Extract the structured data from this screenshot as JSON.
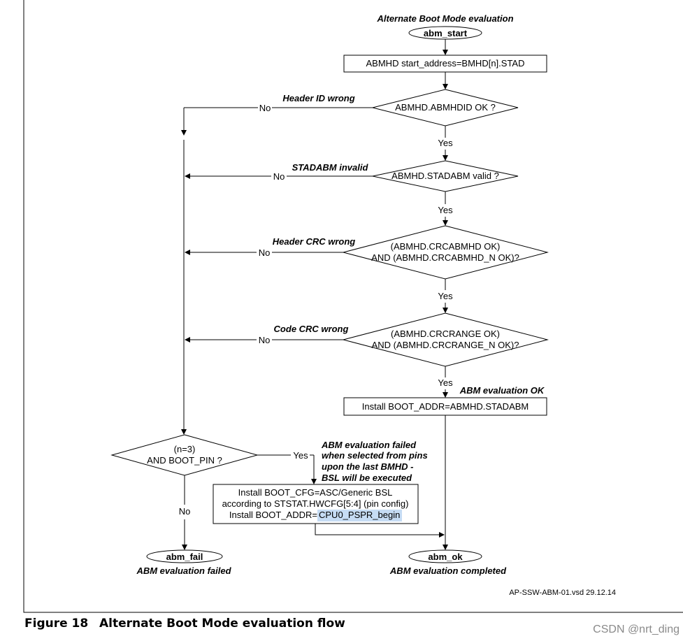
{
  "diagram": {
    "title": "Alternate Boot Mode evaluation",
    "start_terminal": "abm_start",
    "step_set_address": "ABMHD start_address=BMHD[n].STAD",
    "decisions": {
      "header_id": {
        "text": "ABMHD.ABMHDID OK ?",
        "fail_label": "Header ID wrong"
      },
      "stadabm": {
        "text": "ABMHD.STADABM valid ?",
        "fail_label": "STADABM invalid"
      },
      "header_crc": {
        "line1": "(ABMHD.CRCABMHD OK)",
        "line2": "AND (ABMHD.CRCABMHD_N OK)?",
        "fail_label": "Header CRC wrong"
      },
      "code_crc": {
        "line1": "(ABMHD.CRCRANGE OK)",
        "line2": "AND (ABMHD.CRCRANGE_N OK)?",
        "fail_label": "Code CRC wrong"
      },
      "boot_pin": {
        "line1": "(n=3)",
        "line2": "AND BOOT_PIN ?"
      }
    },
    "yes": "Yes",
    "no": "No",
    "ok_label": "ABM evaluation OK",
    "step_install_ok": "Install BOOT_ADDR=ABMHD.STADABM",
    "bsl_note": [
      "ABM evaluation failed",
      "when selected from pins",
      "upon the last BMHD -",
      "BSL will be executed"
    ],
    "step_install_bsl": {
      "line1": "Install BOOT_CFG=ASC/Generic BSL",
      "line2": "according to STSTAT.HWCFG[5:4] (pin config)",
      "line3_prefix": "Install BOOT_ADDR=",
      "line3_highlight": "CPU0_PSPR_begin"
    },
    "fail_terminal": "abm_fail",
    "fail_caption": "ABM evaluation failed",
    "ok_terminal": "abm_ok",
    "ok_caption": "ABM evaluation completed",
    "doc_ref": "AP-SSW-ABM-01.vsd  29.12.14"
  },
  "figure_caption": {
    "number": "Figure 18",
    "title": "Alternate Boot Mode evaluation flow"
  },
  "watermark": "CSDN @nrt_ding",
  "colors": {
    "highlight": "#c6dcf4"
  }
}
